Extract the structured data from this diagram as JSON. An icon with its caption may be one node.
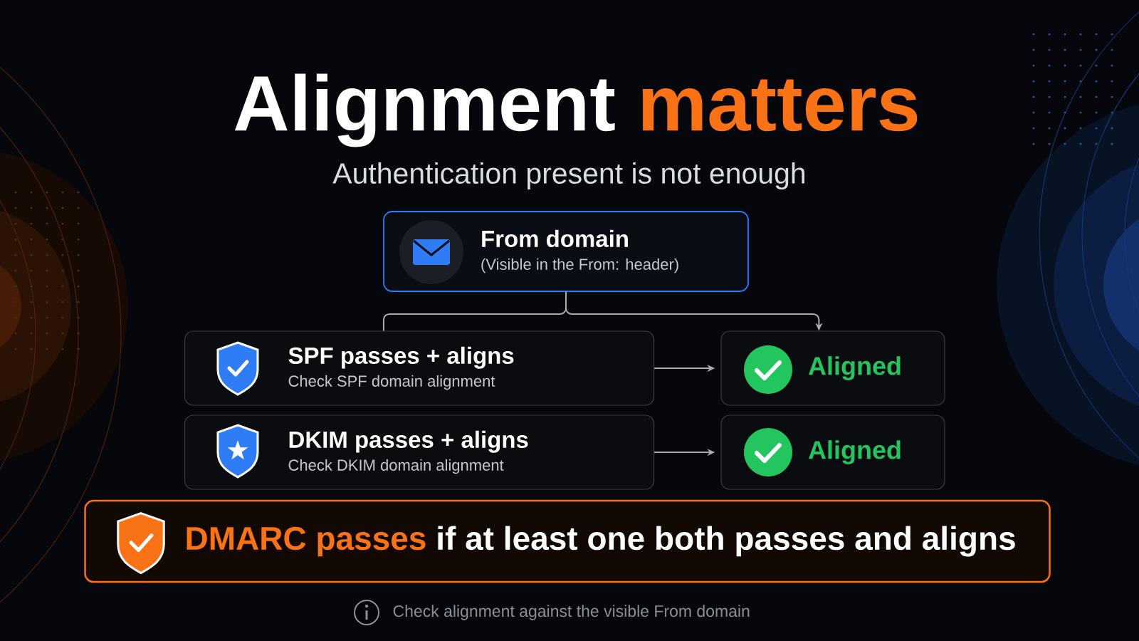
{
  "diagram": {
    "title": "Alignment **matters**",
    "caption": "Check alignment against the visible From domain",
    "nodes": [
      {
        "text": [
          "From domain",
          "(Visible in the From: header)"
        ]
      },
      {
        "text": [
          "SPF passes + aligns",
          "Check SPF domain alignment"
        ]
      },
      {
        "text": [
          "Aligned"
        ]
      },
      {
        "text": [
          "DKIM passes + aligns",
          "Check DKIM domain alignment"
        ]
      },
      {
        "text": [
          "Aligned"
        ]
      },
      {
        "text": [
          "**DMARC passes** if at least one both passes and aligns"
        ]
      }
    ],
    "edges": [
      {
        "from": 0,
        "to": 1,
        "arrow": "none"
      },
      {
        "from": 0,
        "to": 2,
        "arrow": "to"
      },
      {
        "from": 1,
        "to": 2,
        "arrow": "to"
      },
      {
        "from": 3,
        "to": 4,
        "arrow": "to"
      }
    ],
    "labels": [
      "Authentication present is not enough"
    ]
  }
}
